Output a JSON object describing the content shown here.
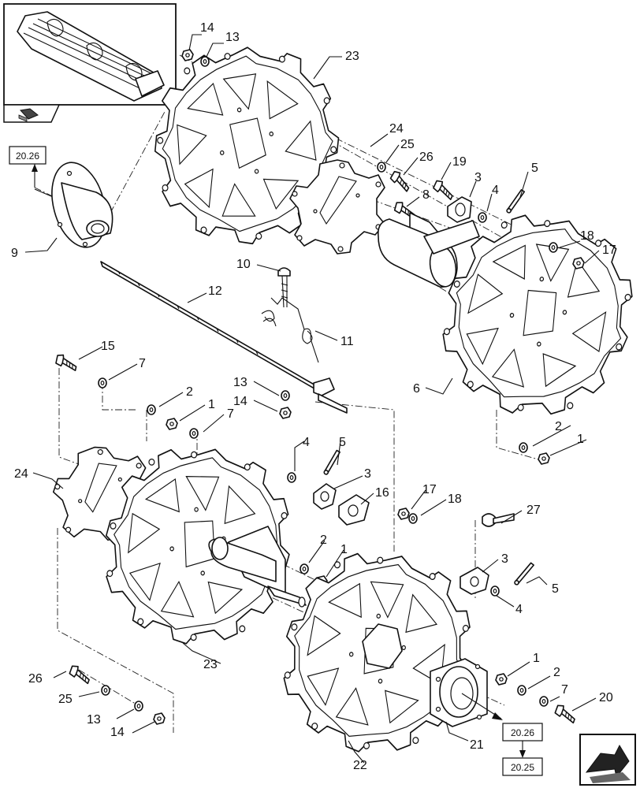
{
  "callouts": [
    "1",
    "2",
    "3",
    "4",
    "5",
    "6",
    "7",
    "8",
    "9",
    "10",
    "11",
    "12",
    "13",
    "14",
    "15",
    "16",
    "17",
    "18",
    "19",
    "20",
    "21",
    "22",
    "23",
    "24",
    "25",
    "26",
    "27"
  ],
  "refs": {
    "ref_top_left": "20.26",
    "ref_bottom_a": "20.26",
    "ref_bottom_b": "20.25"
  },
  "icons": [
    "thumbnail-header",
    "page-turn-icon",
    "next-page-arrow-icon"
  ]
}
